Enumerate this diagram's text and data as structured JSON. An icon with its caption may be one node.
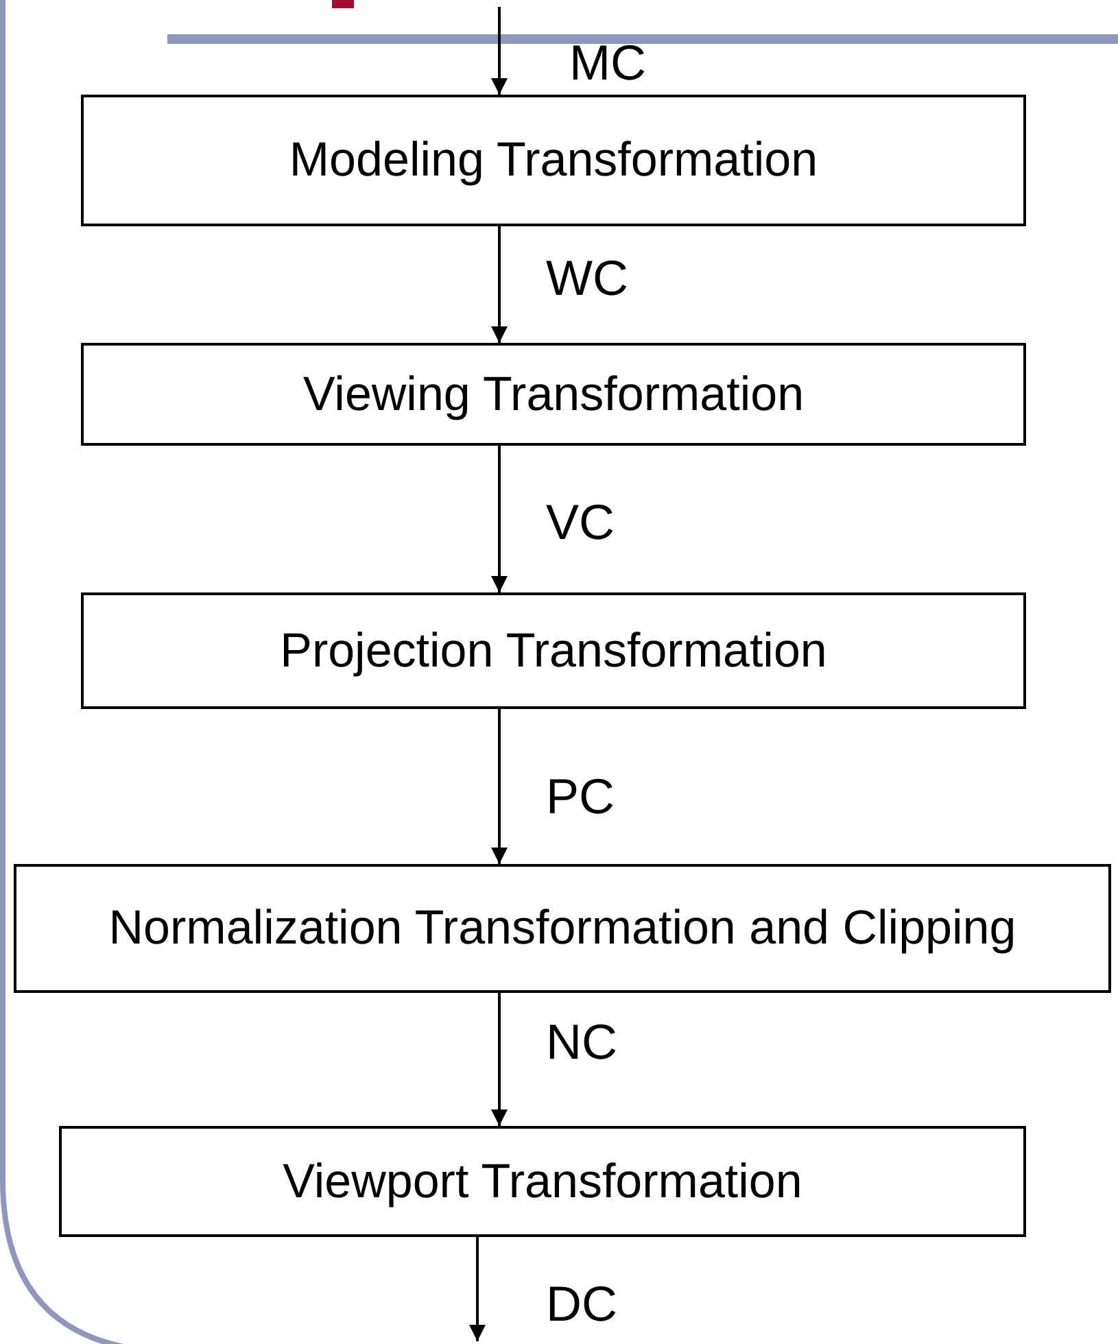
{
  "diagram": {
    "nodes": [
      {
        "text": [
          "Modeling Transformation"
        ]
      },
      {
        "text": [
          "Viewing Transformation"
        ]
      },
      {
        "text": [
          "Projection Transformation"
        ]
      },
      {
        "text": [
          "Normalization Transformation and Clipping"
        ]
      },
      {
        "text": [
          "Viewport Transformation"
        ]
      }
    ],
    "edges": [
      {
        "from": null,
        "to": 0,
        "arrow": "to",
        "label": "MC"
      },
      {
        "from": 0,
        "to": 1,
        "arrow": "to",
        "label": "WC"
      },
      {
        "from": 1,
        "to": 2,
        "arrow": "to",
        "label": "VC"
      },
      {
        "from": 2,
        "to": 3,
        "arrow": "to",
        "label": "PC"
      },
      {
        "from": 3,
        "to": 4,
        "arrow": "to",
        "label": "NC"
      },
      {
        "from": 4,
        "to": null,
        "arrow": "to",
        "label": "DC"
      }
    ]
  }
}
